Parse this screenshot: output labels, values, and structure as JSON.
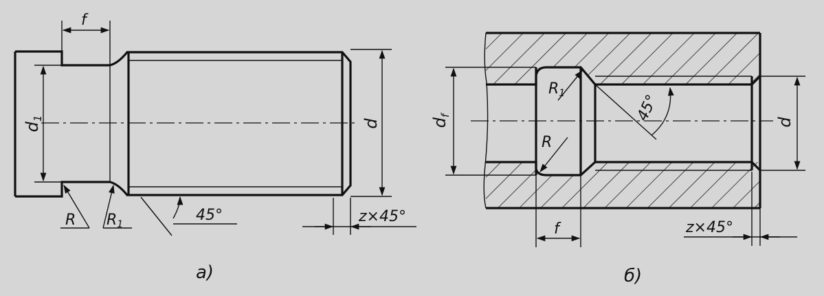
{
  "colors": {
    "paper": "#d6d6d6",
    "ink": "#111111"
  },
  "view_a": {
    "caption": "а)",
    "labels": {
      "f": "f",
      "d1": "d",
      "d1_sub": "1",
      "d": "d",
      "R": "R",
      "R1": "R",
      "R1_sub": "1",
      "angle": "45°",
      "chamfer": "z×45°"
    }
  },
  "view_b": {
    "caption": "б)",
    "labels": {
      "df": "d",
      "df_sub": "f",
      "d": "d",
      "R1": "R",
      "R1_sub": "1",
      "R": "R",
      "angle": "45°",
      "f": "f",
      "chamfer": "z×45°"
    }
  }
}
